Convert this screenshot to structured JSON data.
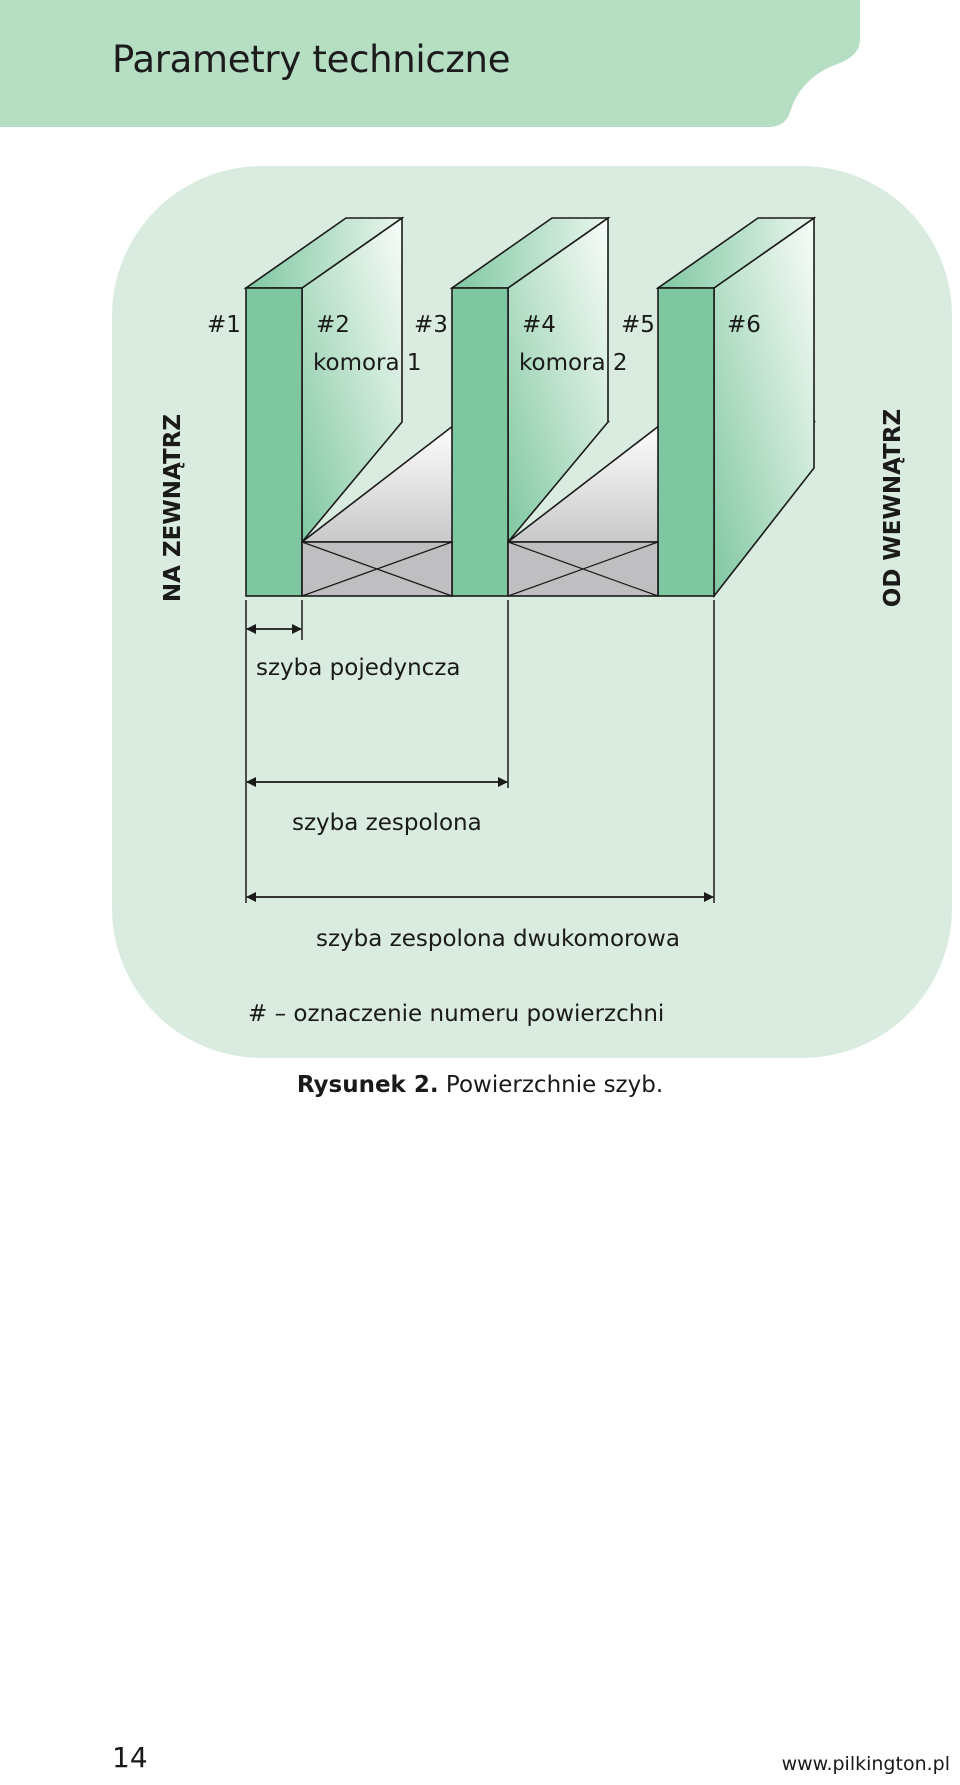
{
  "header": {
    "title": "Parametry techniczne"
  },
  "figure": {
    "surfaces": [
      "#1",
      "#2",
      "#3",
      "#4",
      "#5",
      "#6"
    ],
    "chambers": [
      "komora 1",
      "komora 2"
    ],
    "side_outside": "NA ZEWNĄTRZ",
    "side_inside": "OD WEWNĄTRZ",
    "dimension_single": "szyba pojedyncza",
    "dimension_double": "szyba zespolona",
    "dimension_triple": "szyba zespolona dwukomorowa",
    "legend": "# – oznaczenie numeru powierzchni",
    "colors": {
      "glass_edge": "#7fc7a1",
      "band": "#b5dec2",
      "panel": "#daebdf",
      "spacer": "#bfbfc1"
    }
  },
  "caption": {
    "label": "Rysunek 2.",
    "text": "Powierzchnie szyb."
  },
  "footer": {
    "page_number": "14",
    "url": "www.pilkington.pl"
  }
}
